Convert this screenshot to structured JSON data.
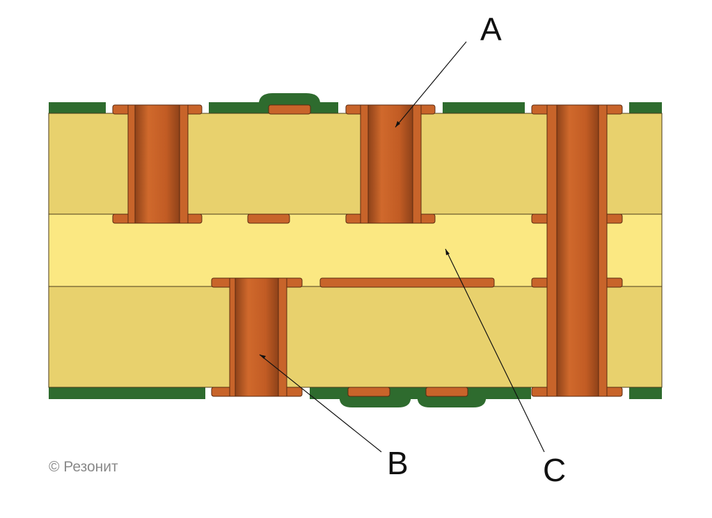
{
  "labels": {
    "a": "A",
    "b": "B",
    "c": "C"
  },
  "copyright": "© Резонит",
  "colors": {
    "laminate": "#E8D16D",
    "prepreg": "#FBE882",
    "copper": "#C8642A",
    "copper_dark": "#9A4A1F",
    "solder_mask": "#2E6B2E",
    "outline": "#4a3a1a",
    "leader": "#111111"
  }
}
